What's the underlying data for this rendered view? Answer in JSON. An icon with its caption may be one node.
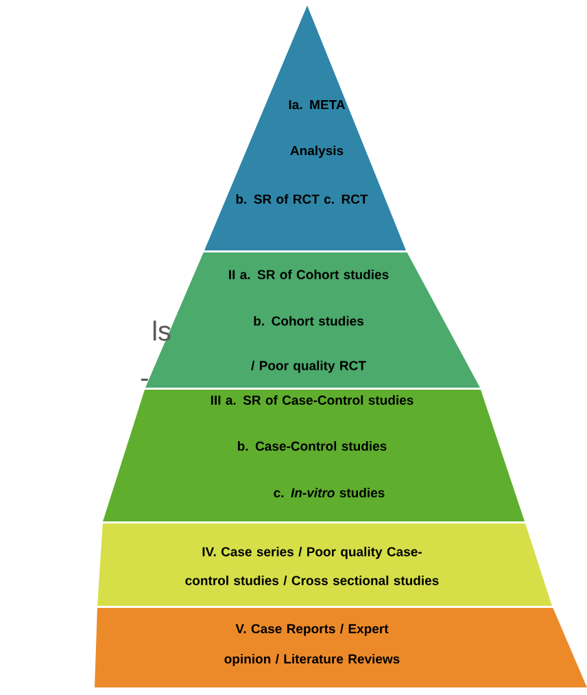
{
  "diagram": {
    "nodes": [
      {
        "text": [
          "Ia. META Analysis",
          "b. SR of RCT c. RCT"
        ]
      },
      {
        "text": [
          "II a. SR of Cohort studies",
          "b. Cohort studies / Poor quality RCT"
        ]
      },
      {
        "text": [
          "III a. SR of Case-Control studies",
          "b. Case-Control studies",
          "c. *In-vitro* studies"
        ]
      },
      {
        "text": [
          "IV. Case series / Poor quality Case-control studies / Cross sectional studies"
        ]
      },
      {
        "text": [
          "V. Case Reports / Expert opinion / Literature Reviews"
        ]
      }
    ],
    "labels": [
      "ls",
      "-"
    ]
  }
}
